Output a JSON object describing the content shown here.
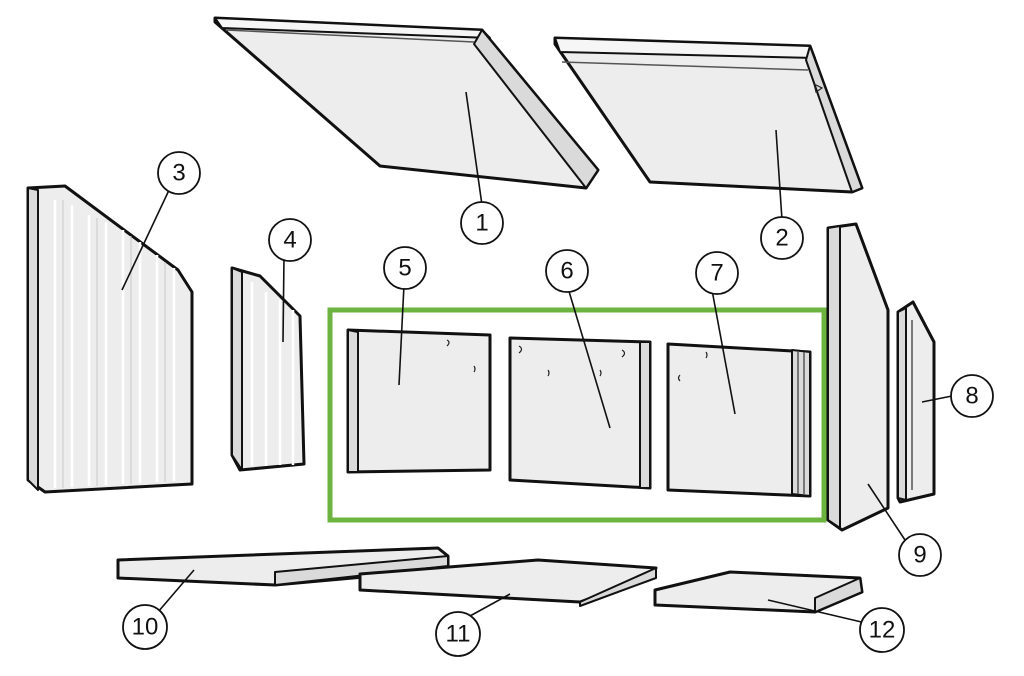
{
  "highlight_color": "#6db33f",
  "callouts": [
    {
      "id": "1",
      "label": "1"
    },
    {
      "id": "2",
      "label": "2"
    },
    {
      "id": "3",
      "label": "3"
    },
    {
      "id": "4",
      "label": "4"
    },
    {
      "id": "5",
      "label": "5"
    },
    {
      "id": "6",
      "label": "6"
    },
    {
      "id": "7",
      "label": "7"
    },
    {
      "id": "8",
      "label": "8"
    },
    {
      "id": "9",
      "label": "9"
    },
    {
      "id": "10",
      "label": "10"
    },
    {
      "id": "11",
      "label": "11"
    },
    {
      "id": "12",
      "label": "12"
    }
  ]
}
